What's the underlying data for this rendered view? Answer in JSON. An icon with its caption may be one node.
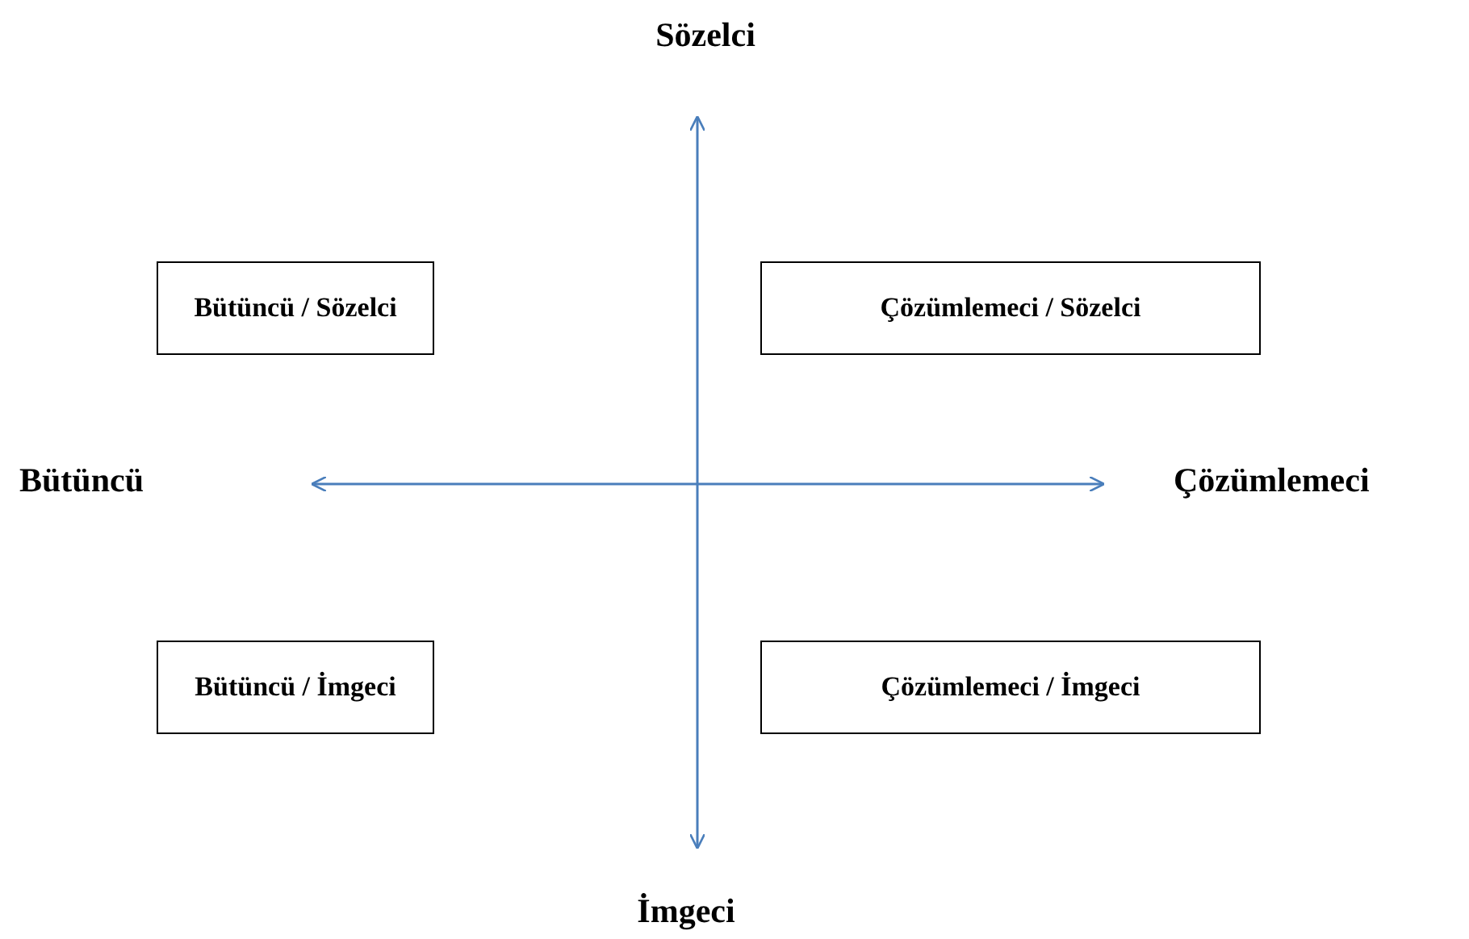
{
  "diagram": {
    "nodes": [
      {
        "text": [
          "Bütüncü / Sözelci"
        ]
      },
      {
        "text": [
          "Çözümlemeci / Sözelci"
        ]
      },
      {
        "text": [
          "Bütüncü / İmgeci"
        ]
      },
      {
        "text": [
          "Çözümlemeci / İmgeci"
        ]
      }
    ],
    "labels": [
      "Sözelci",
      "Bütüncü",
      "Çözümlemeci",
      "İmgeci"
    ]
  }
}
